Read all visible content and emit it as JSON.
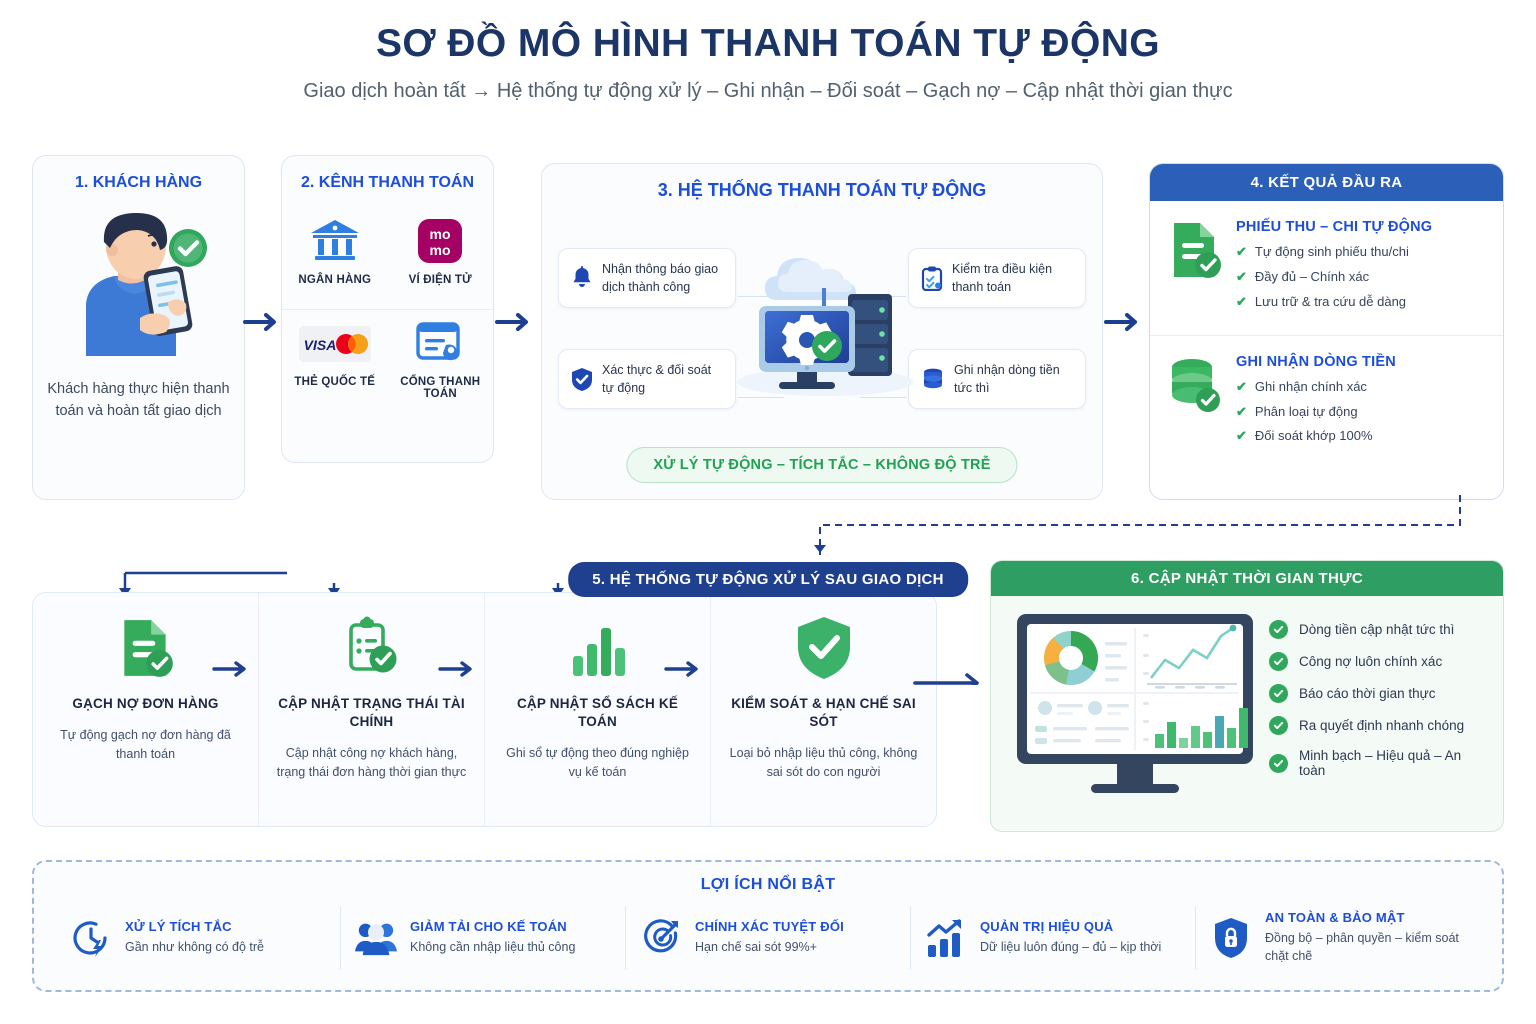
{
  "header": {
    "title": "SƠ ĐỒ MÔ HÌNH THANH TOÁN TỰ ĐỘNG",
    "subtitle": "Giao dịch hoàn tất → Hệ thống tự động xử lý – Ghi nhận – Đối soát – Gạch nợ – Cập nhật thời gian thực"
  },
  "customer": {
    "title": "1. KHÁCH HÀNG",
    "desc": "Khách hàng thực hiện thanh toán và hoàn tất giao dịch",
    "illustration_icon": "person-with-phone-icon"
  },
  "channel": {
    "title": "2. KÊNH THANH TOÁN",
    "items": [
      {
        "label": "NGÂN HÀNG",
        "icon": "bank-icon"
      },
      {
        "label": "VÍ ĐIỆN TỬ",
        "icon": "momo-wallet-icon"
      },
      {
        "label": "THẺ QUỐC TẾ",
        "icon": "visa-mastercard-icon"
      },
      {
        "label": "CỔNG THANH TOÁN",
        "icon": "payment-gateway-icon"
      }
    ]
  },
  "system": {
    "title": "3. HỆ THỐNG THANH TOÁN TỰ ĐỘNG",
    "pills": [
      {
        "text": "Nhận thông báo giao dịch thành công",
        "icon": "bell-icon"
      },
      {
        "text": "Xác thực & đối soát tự động",
        "icon": "shield-check-icon"
      },
      {
        "text": "Kiểm tra điều kiện thanh toán",
        "icon": "clipboard-check-icon"
      },
      {
        "text": "Ghi nhận dòng tiền tức thì",
        "icon": "database-coins-icon"
      }
    ],
    "banner": "XỬ LÝ TỰ ĐỘNG – TÍCH TẮC – KHÔNG ĐỘ TRỄ",
    "illustration_icon": "cloud-server-desktop-icon"
  },
  "output": {
    "title": "4. KẾT QUẢ ĐẦU RA",
    "blocks": [
      {
        "title": "PHIẾU THU – CHI TỰ ĐỘNG",
        "icon": "document-check-icon",
        "items": [
          "Tự động sinh phiếu thu/chi",
          "Đầy đủ – Chính xác",
          "Lưu trữ & tra cứu dễ dàng"
        ]
      },
      {
        "title": "GHI NHẬN DÒNG TIỀN",
        "icon": "database-check-icon",
        "items": [
          "Ghi nhận chính xác",
          "Phân loại tự động",
          "Đối soát khớp 100%"
        ]
      }
    ]
  },
  "post_transaction": {
    "title": "5. HỆ THỐNG TỰ ĐỘNG XỬ LÝ SAU GIAO DỊCH",
    "steps": [
      {
        "title": "GẠCH NỢ ĐƠN HÀNG",
        "desc": "Tự động gạch nợ đơn hàng đã thanh toán",
        "icon": "document-check-icon"
      },
      {
        "title": "CẬP NHẬT TRẠNG THÁI TÀI CHÍNH",
        "desc": "Cập nhật công nợ khách hàng, trạng thái đơn hàng thời gian thực",
        "icon": "clipboard-check-icon"
      },
      {
        "title": "CẬP NHẬT SỔ SÁCH KẾ TOÁN",
        "desc": "Ghi sổ tự động theo đúng nghiệp vụ kế toán",
        "icon": "bar-chart-icon"
      },
      {
        "title": "KIỂM SOÁT & HẠN CHẾ SAI SÓT",
        "desc": "Loại bỏ nhập liệu thủ công, không sai sót do con người",
        "icon": "shield-check-icon"
      }
    ]
  },
  "realtime": {
    "title": "6. CẬP NHẬT THỜI GIAN THỰC",
    "illustration_icon": "dashboard-monitor-icon",
    "items": [
      "Dòng tiền cập nhật tức thì",
      "Công nợ luôn chính xác",
      "Báo cáo thời gian thực",
      "Ra quyết định nhanh chóng",
      "Minh bạch – Hiệu quả – An toàn"
    ]
  },
  "benefits": {
    "title": "LỢI ÍCH NỔI BẬT",
    "items": [
      {
        "title": "XỬ LÝ TÍCH TẮC",
        "sub": "Gần như không có độ trễ",
        "icon": "clock-bolt-icon"
      },
      {
        "title": "GIẢM TẢI CHO KẾ TOÁN",
        "sub": "Không cần nhập liệu thủ công",
        "icon": "users-icon"
      },
      {
        "title": "CHÍNH XÁC TUYỆT ĐỐI",
        "sub": "Hạn chế sai sót 99%+",
        "icon": "target-arrow-icon"
      },
      {
        "title": "QUẢN TRỊ HIỆU QUẢ",
        "sub": "Dữ liệu luôn đúng – đủ – kịp thời",
        "icon": "growth-chart-icon"
      },
      {
        "title": "AN TOÀN & BẢO MẬT",
        "sub": "Đồng bộ – phân quyền – kiểm soát chặt chẽ",
        "icon": "shield-lock-icon"
      }
    ]
  },
  "colors": {
    "primary_blue": "#1d4ed8",
    "header_blue": "#2b5fb8",
    "dark_navy": "#1f3f8f",
    "green": "#2f9e62",
    "accent_green": "#21a153",
    "momo_pink": "#a50064"
  }
}
